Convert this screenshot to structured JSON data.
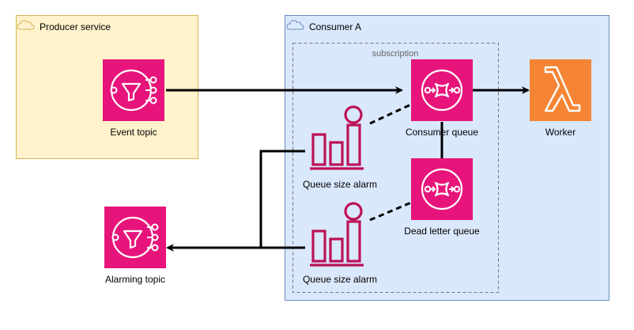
{
  "colors": {
    "producer_fill": "#fff2cc",
    "producer_stroke": "#d6b656",
    "consumer_fill": "#dae8fc",
    "consumer_stroke": "#6c8ebf",
    "sns_pink": "#e7157b",
    "pink_dark": "#c7105f",
    "lambda_orange": "#f58534",
    "alarm_magenta": "#bc1356",
    "edge": "#000000",
    "subscription_border": "#777777"
  },
  "groups": {
    "producer": {
      "label": "Producer service",
      "icon": "cloud-icon"
    },
    "consumer": {
      "label": "Consumer A",
      "icon": "cloud-icon"
    },
    "subscription": {
      "label": "subscription"
    }
  },
  "nodes": {
    "event_topic": {
      "label": "Event topic",
      "icon": "sns-topic-icon"
    },
    "consumer_queue": {
      "label": "Consumer queue",
      "icon": "sqs-queue-icon"
    },
    "worker": {
      "label": "Worker",
      "icon": "lambda-icon"
    },
    "queue_size_alarm_1": {
      "label": "Queue size alarm",
      "icon": "cloudwatch-alarm-icon"
    },
    "dead_letter_queue": {
      "label": "Dead letter queue",
      "icon": "sqs-queue-icon"
    },
    "queue_size_alarm_2": {
      "label": "Queue size alarm",
      "icon": "cloudwatch-alarm-icon"
    },
    "alarming_topic": {
      "label": "Alarming topic",
      "icon": "sns-topic-icon"
    }
  }
}
